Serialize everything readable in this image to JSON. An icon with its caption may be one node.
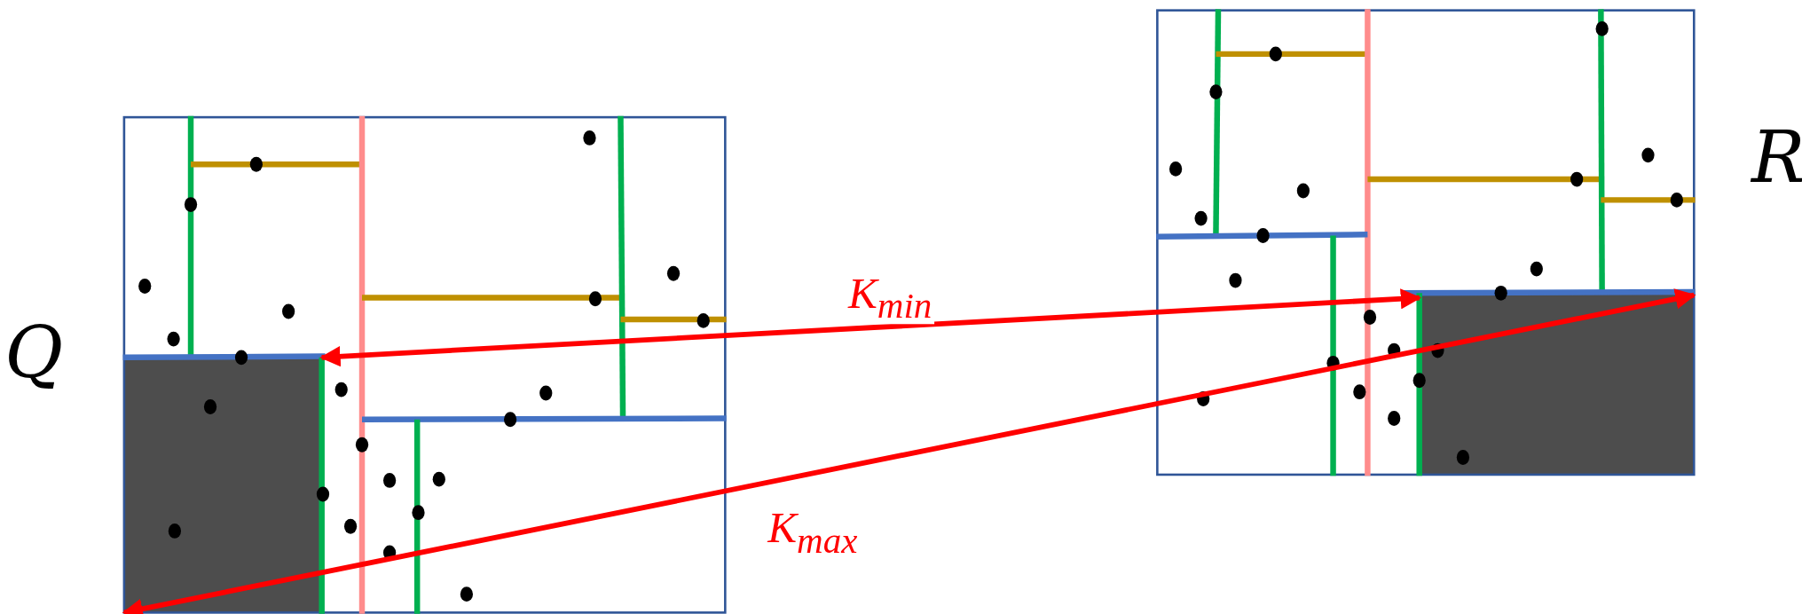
{
  "diagram": {
    "nodes": [
      {
        "text": [
          "Q"
        ]
      },
      {
        "text": [],
        "shape": "box",
        "in": 0
      },
      {
        "text": [
          "R"
        ]
      },
      {
        "text": [],
        "shape": "box",
        "in": 2
      }
    ],
    "edges": [
      {
        "from": 1,
        "to": 3,
        "arrow": "both",
        "label": "K$_{min}$"
      },
      {
        "from": 1,
        "to": 3,
        "arrow": "both",
        "label": "K$_{max}$"
      }
    ]
  }
}
